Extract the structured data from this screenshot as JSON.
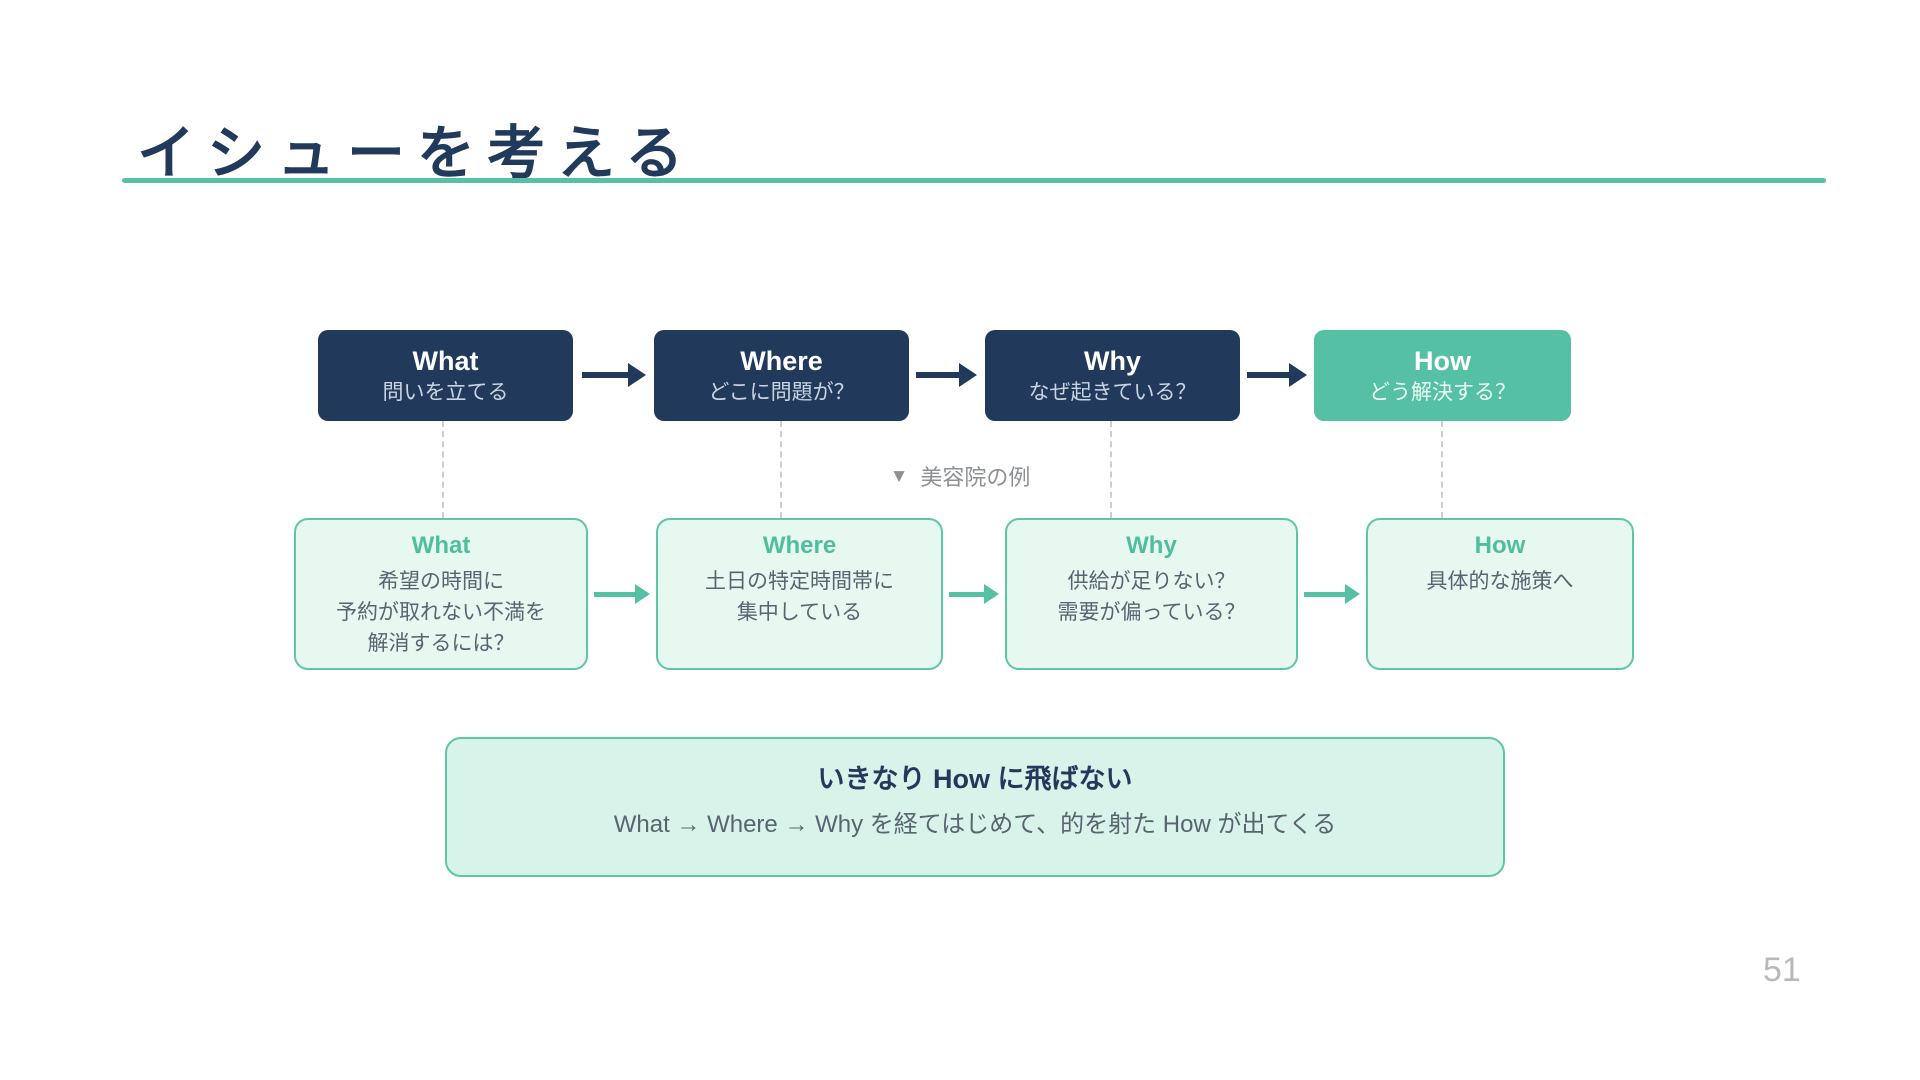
{
  "slide": {
    "title": "イシューを考える",
    "page_number": "51",
    "colors": {
      "navy": "#21395B",
      "teal": "#55C0A3",
      "teal_border": "#5FC5A8",
      "mint_fill": "#E7F8F1",
      "mint_deep_fill": "#D8F3E9",
      "underline_teal": "#57BFA5",
      "body_gray": "#5A6470",
      "muted_gray": "#8E9193",
      "dash_gray": "#CBCDCF",
      "page_gray": "#B7BABC"
    }
  },
  "flow_top": {
    "boxes": [
      {
        "label": "What",
        "sublabel": "問いを立てる"
      },
      {
        "label": "Where",
        "sublabel": "どこに問題が？"
      },
      {
        "label": "Why",
        "sublabel": "なぜ起きている？"
      },
      {
        "label": "How",
        "sublabel": "どう解決する？"
      }
    ]
  },
  "example_label": {
    "marker": "▼",
    "text": "美容院の例"
  },
  "flow_example": {
    "boxes": [
      {
        "label": "What",
        "lines": [
          "希望の時間に",
          "予約が取れない不満を",
          "解消するには？"
        ]
      },
      {
        "label": "Where",
        "lines": [
          "土日の特定時間帯に",
          "集中している"
        ]
      },
      {
        "label": "Why",
        "lines": [
          "供給が足りない？",
          "需要が偏っている？"
        ]
      },
      {
        "label": "How",
        "lines": [
          "具体的な施策へ"
        ]
      }
    ]
  },
  "note": {
    "heading": "いきなり How に飛ばない",
    "body": "What → Where → Why を経てはじめて、的を射た How が出てくる"
  }
}
